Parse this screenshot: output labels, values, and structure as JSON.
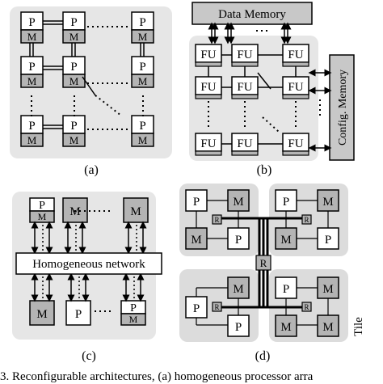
{
  "panels": {
    "a": {
      "label": "(a)",
      "cells": [
        {
          "top": "P",
          "bottom": "M"
        },
        {
          "top": "P",
          "bottom": "M"
        },
        {
          "top": "P",
          "bottom": "M"
        },
        {
          "top": "P",
          "bottom": "M"
        },
        {
          "top": "P",
          "bottom": "M"
        },
        {
          "top": "P",
          "bottom": "M"
        },
        {
          "top": "P",
          "bottom": "M"
        },
        {
          "top": "P",
          "bottom": "M"
        },
        {
          "top": "P",
          "bottom": "M"
        }
      ]
    },
    "b": {
      "label": "(b)",
      "data_memory": "Data Memory",
      "config_memory": "Config. Memory",
      "fu_label": "FU"
    },
    "c": {
      "label": "(c)",
      "network": "Homogeneous network",
      "top_row": [
        "PM",
        "M",
        "M"
      ],
      "bottom_row": [
        "M",
        "P",
        "PM"
      ],
      "p": "P",
      "m": "M"
    },
    "d": {
      "label": "(d)",
      "tile_label": "Tile",
      "p": "P",
      "m": "M",
      "r": "R"
    }
  },
  "caption": "3.  Reconfigurable architectures, (a) homogeneous processor arra"
}
